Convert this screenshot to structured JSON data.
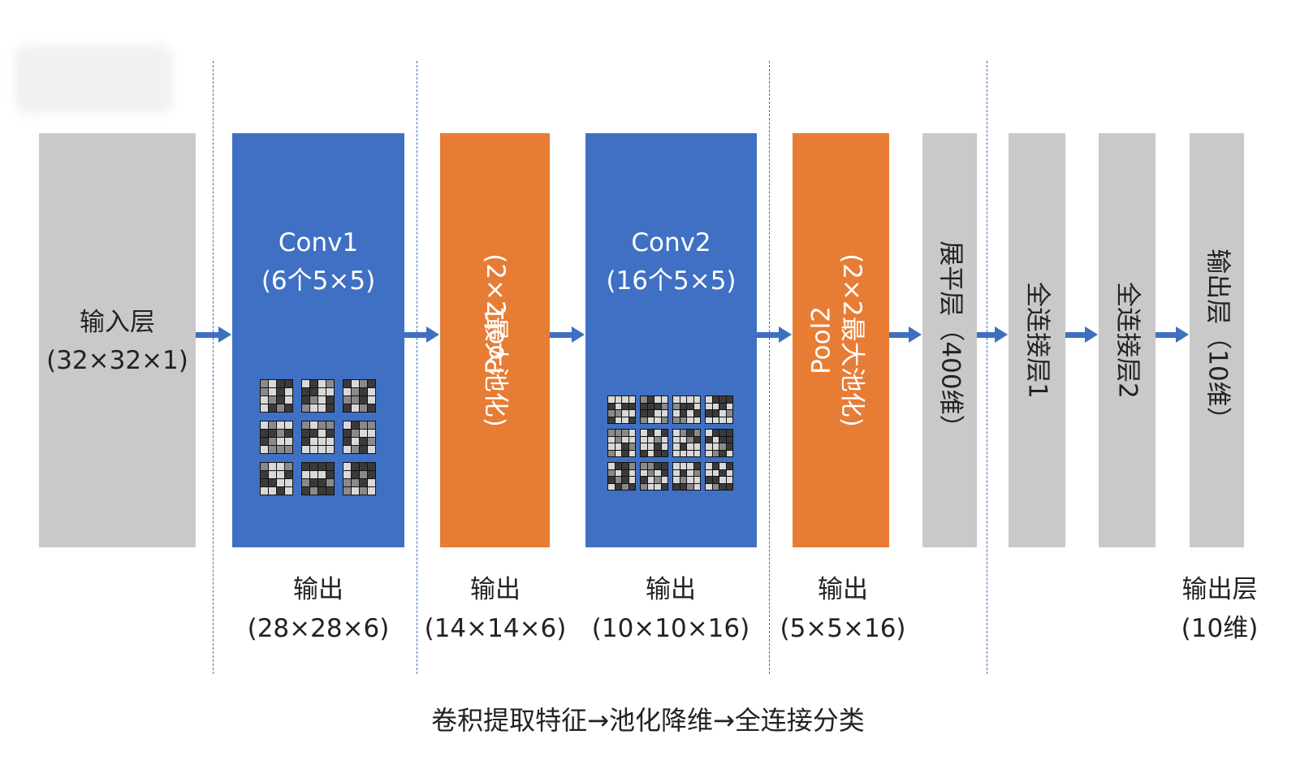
{
  "blocks": {
    "input": {
      "line1": "输入层",
      "line2": "(32×32×1)"
    },
    "conv1": {
      "line1": "Conv1",
      "line2": "(6个5×5)"
    },
    "pool1": {
      "line1": "Pool1",
      "line2": "(2×2最大池化)"
    },
    "conv2": {
      "line1": "Conv2",
      "line2": "(16个5×5)"
    },
    "pool2": {
      "line1": "Pool2",
      "line2": "(2×2最大池化)"
    },
    "flatten": {
      "label": "展平层（400维）"
    },
    "fc1": {
      "label": "全连接层1"
    },
    "fc2": {
      "label": "全连接层2"
    },
    "output": {
      "label": "输出层（10维）"
    }
  },
  "outputs": [
    {
      "line1": "输出",
      "line2": "(28×28×6)"
    },
    {
      "line1": "输出",
      "line2": "(14×14×6)"
    },
    {
      "line1": "输出",
      "line2": "(10×10×16)"
    },
    {
      "line1": "输出",
      "line2": "(5×5×16)"
    },
    {
      "line1": "输出层",
      "line2": "(10维)"
    }
  ],
  "caption": "卷积提取特征→池化降维→全连接分类",
  "colors": {
    "conv": "#3f70c4",
    "pool": "#e77c35",
    "other": "#c9c9c9",
    "arrow": "#3f6fbf"
  }
}
